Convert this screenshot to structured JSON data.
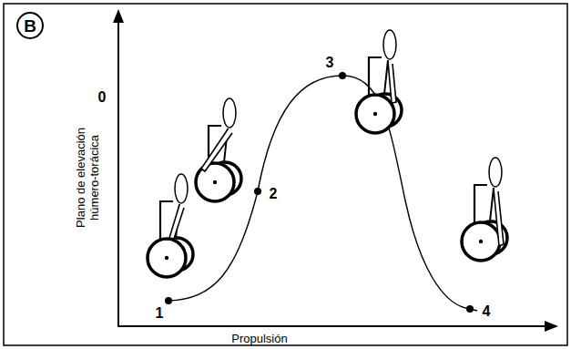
{
  "diagram": {
    "nodes": [
      {
        "text": [
          "B"
        ]
      }
    ],
    "labels": [
      "0",
      "1",
      "2",
      "3",
      "4",
      "Plano de elevación húmero-torácica",
      "Propulsión"
    ]
  }
}
